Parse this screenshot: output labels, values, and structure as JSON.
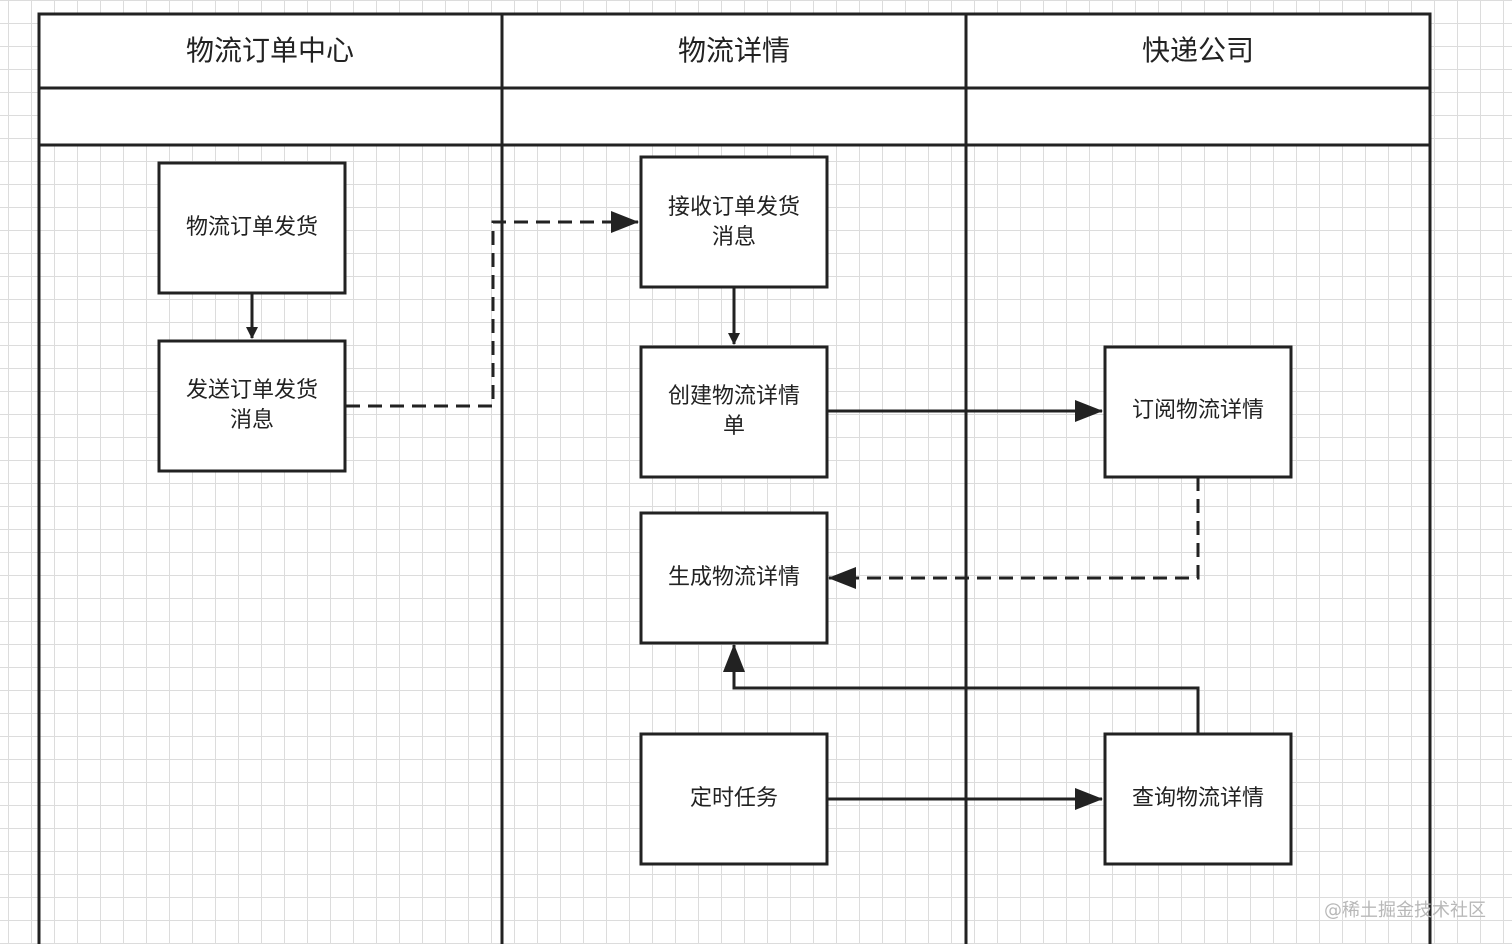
{
  "lanes": [
    {
      "title": "物流订单中心"
    },
    {
      "title": "物流详情"
    },
    {
      "title": "快递公司"
    }
  ],
  "nodes": {
    "order_ship": {
      "lines": [
        "物流订单发货"
      ]
    },
    "send_ship_msg": {
      "lines": [
        "发送订单发货",
        "消息"
      ]
    },
    "receive_ship_msg": {
      "lines": [
        "接收订单发货",
        "消息"
      ]
    },
    "create_detail": {
      "lines": [
        "创建物流详情",
        "单"
      ]
    },
    "generate_detail": {
      "lines": [
        "生成物流详情"
      ]
    },
    "scheduled_task": {
      "lines": [
        "定时任务"
      ]
    },
    "subscribe_detail": {
      "lines": [
        "订阅物流详情"
      ]
    },
    "query_detail": {
      "lines": [
        "查询物流详情"
      ]
    }
  },
  "edges": [
    {
      "from": "order_ship",
      "to": "send_ship_msg",
      "style": "solid"
    },
    {
      "from": "send_ship_msg",
      "to": "receive_ship_msg",
      "style": "dashed"
    },
    {
      "from": "receive_ship_msg",
      "to": "create_detail",
      "style": "solid"
    },
    {
      "from": "create_detail",
      "to": "subscribe_detail",
      "style": "solid"
    },
    {
      "from": "subscribe_detail",
      "to": "generate_detail",
      "style": "dashed"
    },
    {
      "from": "query_detail",
      "to": "generate_detail",
      "style": "solid"
    },
    {
      "from": "scheduled_task",
      "to": "query_detail",
      "style": "solid"
    }
  ],
  "watermark": "@稀土掘金技术社区",
  "colors": {
    "line": "#222222",
    "grid": "#dcdcdc",
    "background": "#ffffff"
  }
}
